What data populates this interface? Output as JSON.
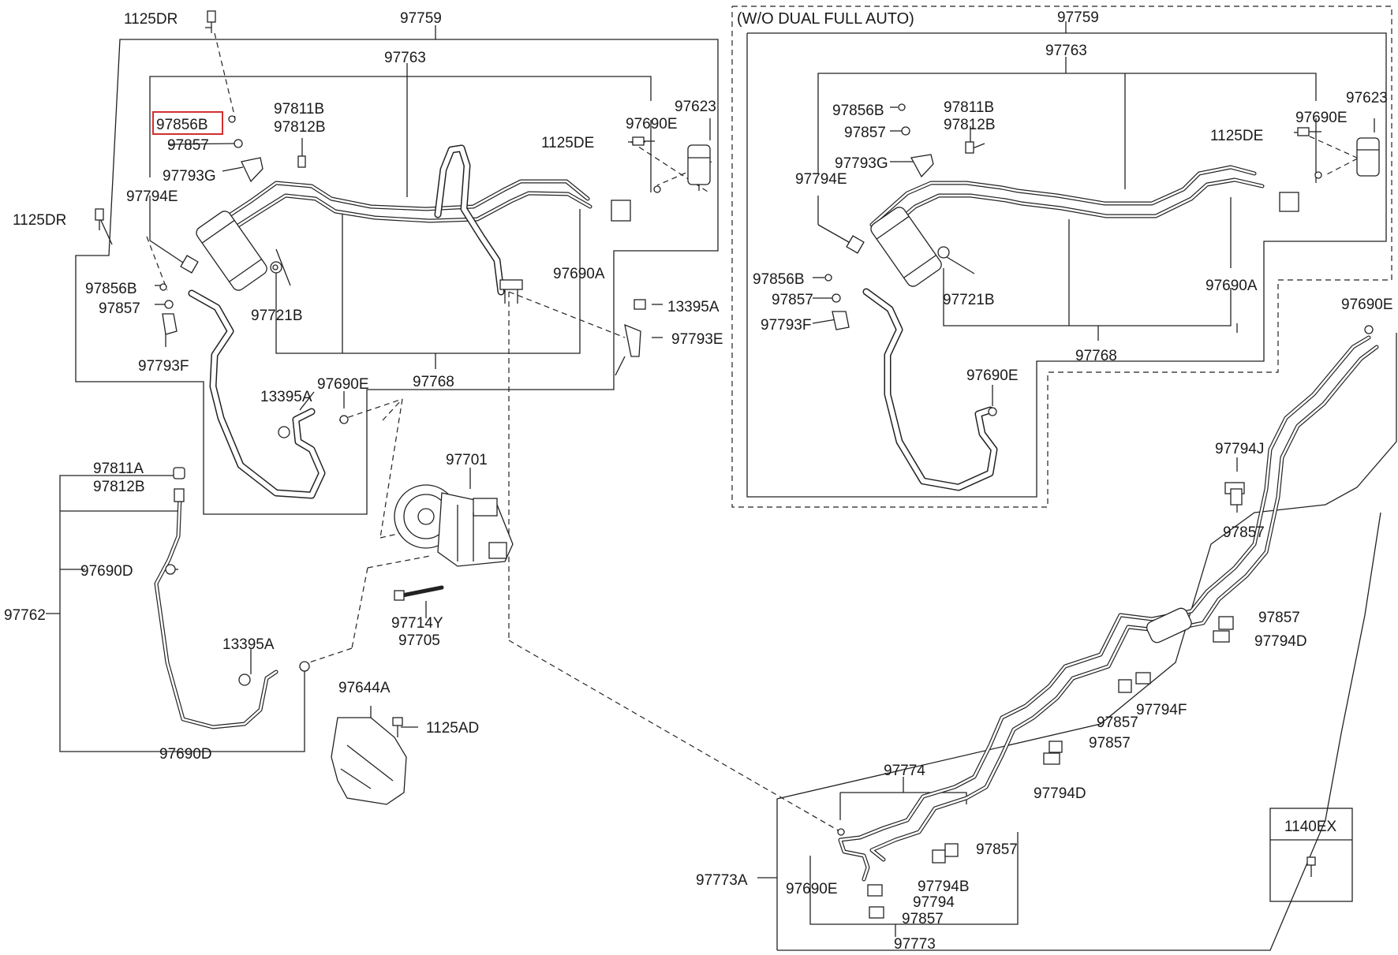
{
  "diagram": {
    "variant_label": "(W/O DUAL FULL AUTO)",
    "labels": {
      "l_1125DR_top": "1125DR",
      "l_97759_left": "97759",
      "l_97763_left": "97763",
      "l_97856B_hl": "97856B",
      "l_97811B_left": "97811B",
      "l_97812B_left": "97812B",
      "l_97857_left1": "97857",
      "l_97793G_left": "97793G",
      "l_97794E_left": "97794E",
      "l_1125DR_mid": "1125DR",
      "l_97856B_left2": "97856B",
      "l_97857_left2": "97857",
      "l_97793F_left": "97793F",
      "l_97721B_left": "97721B",
      "l_97623_left": "97623",
      "l_97690E_left1": "97690E",
      "l_1125DE_left": "1125DE",
      "l_97690A_left": "97690A",
      "l_13395A_left1": "13395A",
      "l_97793E_left": "97793E",
      "l_97768_left": "97768",
      "l_13395A_left2": "13395A",
      "l_97690E_left2": "97690E",
      "l_97811A": "97811A",
      "l_97812B_low": "97812B",
      "l_97690D_1": "97690D",
      "l_97762": "97762",
      "l_13395A_low": "13395A",
      "l_97690D_2": "97690D",
      "l_97701": "97701",
      "l_97714Y": "97714Y",
      "l_97705": "97705",
      "l_97644A": "97644A",
      "l_1125AD": "1125AD",
      "l_97759_right": "97759",
      "l_97763_right": "97763",
      "l_97856B_r1": "97856B",
      "l_97811B_right": "97811B",
      "l_97812B_right": "97812B",
      "l_97857_r1": "97857",
      "l_97793G_right": "97793G",
      "l_97794E_right": "97794E",
      "l_97623_right": "97623",
      "l_97690E_r1": "97690E",
      "l_1125DE_right": "1125DE",
      "l_97856B_r2": "97856B",
      "l_97857_r2": "97857",
      "l_97793F_right": "97793F",
      "l_97721B_right": "97721B",
      "l_97690A_right": "97690A",
      "l_97768_right": "97768",
      "l_97690E_r2": "97690E",
      "l_97690E_far": "97690E",
      "l_97794J": "97794J",
      "l_97857_j": "97857",
      "l_97857_d": "97857",
      "l_97794D_1": "97794D",
      "l_97794F": "97794F",
      "l_97857_f1": "97857",
      "l_97857_f2": "97857",
      "l_97794D_2": "97794D",
      "l_97774": "97774",
      "l_97857_b": "97857",
      "l_97773A": "97773A",
      "l_97690E_b": "97690E",
      "l_97794B": "97794B",
      "l_97794": "97794",
      "l_97857_low": "97857",
      "l_97773": "97773",
      "l_1140EX": "1140EX"
    }
  }
}
